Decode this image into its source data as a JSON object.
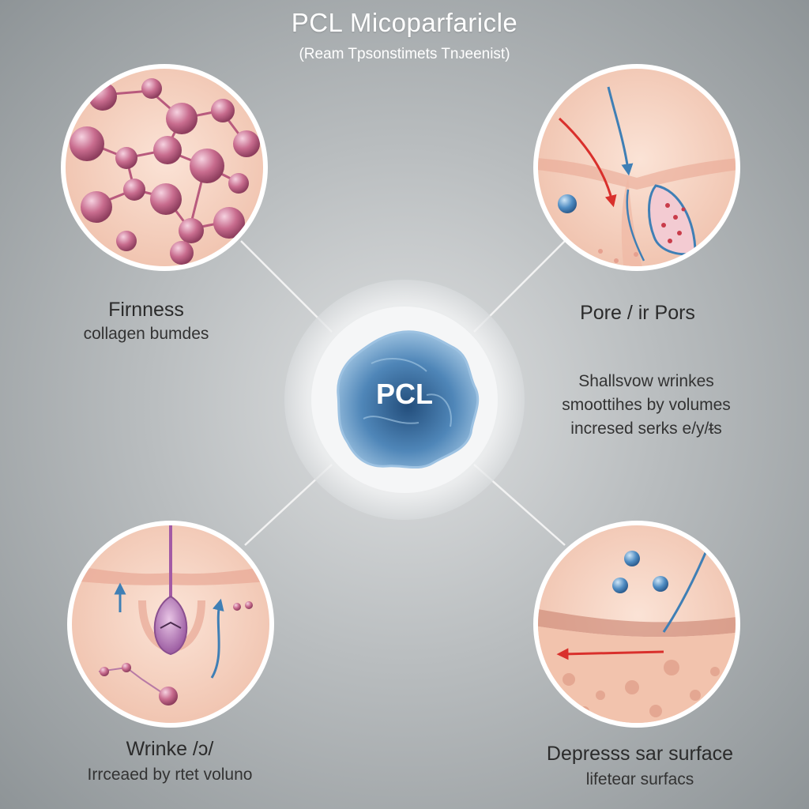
{
  "header": {
    "title": "PCL Micoparfaricle",
    "subtitle": "(Ream Tpsonstimets Tnᴊeenist)"
  },
  "center": {
    "label": "PCL"
  },
  "panels": {
    "firmness": {
      "title": "Firnness",
      "caption": "collagen bumdes"
    },
    "pores": {
      "title": "Pore / ir Pors",
      "lines": [
        "Shallsvow wrinkes",
        "smoottihes by volumes",
        "incresed serks e/y/ᵵs"
      ]
    },
    "wrinkle": {
      "title": "Wrinke /ↄ/",
      "caption": "Irrceaed by rtet voluno"
    },
    "surface": {
      "title": "Depresss sar surface",
      "caption": "lifeteɑr surfacs"
    }
  },
  "colors": {
    "skin": "#f2c9b7",
    "cell_pink": "#c7688a",
    "pcl_blue": "#4a7fb0",
    "arrow_red": "#d9302c",
    "arrow_blue": "#3f7fb5"
  }
}
